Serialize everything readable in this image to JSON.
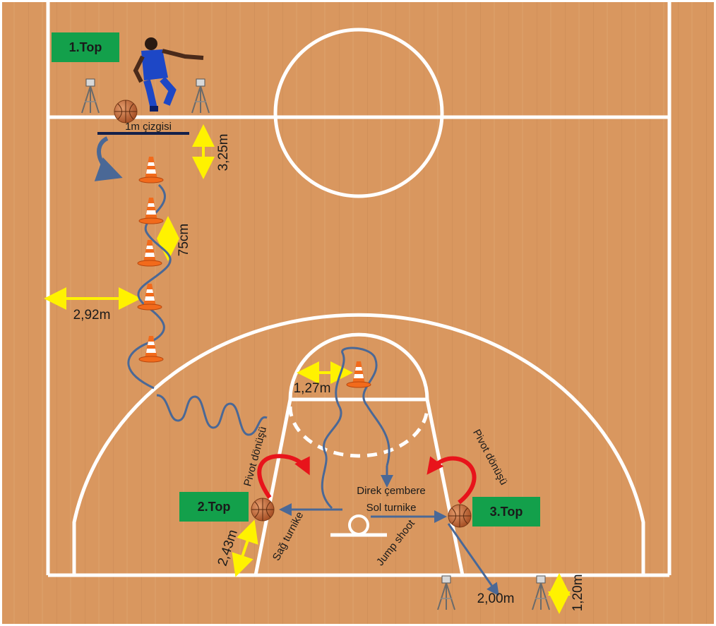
{
  "stations": {
    "top1": "1.Top",
    "top2": "2.Top",
    "top3": "3.Top"
  },
  "measurements": {
    "line_1m": "1m çizgisi",
    "m325": "3,25m",
    "cm75": "75cm",
    "m292": "2,92m",
    "m127": "1,27m",
    "m243": "2,43m",
    "m200": "2,00m",
    "m120": "1,20m"
  },
  "moves": {
    "pivot_left": "Pivot dönüşü",
    "pivot_right": "Pivot dönüşü",
    "direct_line1": "Direk çembere",
    "direct_line2": "Sol turnike",
    "right_layup": "Sağ turnike",
    "jump_shoot": "Jump shoot"
  },
  "colors": {
    "floor": "#d9975f",
    "lines": "#ffffff",
    "path": "#4a6896",
    "arrow_yellow": "#fff200",
    "arrow_red": "#e8141b",
    "station": "#13a04b"
  },
  "icons": [
    "player-icon",
    "basketball-icon",
    "cone-icon",
    "tripod-icon"
  ]
}
